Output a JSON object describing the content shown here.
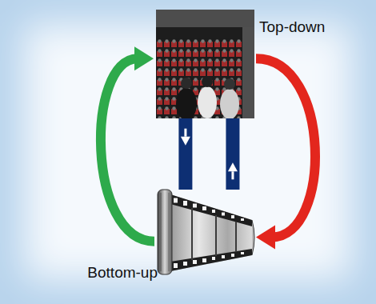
{
  "diagram": {
    "nodes": [
      {
        "text": [
          "Top-down"
        ]
      },
      {
        "text": [
          "Bottom-up"
        ]
      }
    ],
    "edges": [
      {
        "from": 0,
        "to": 1,
        "arrow": "to"
      },
      {
        "from": 1,
        "to": 0,
        "arrow": "to"
      },
      {
        "from": 0,
        "to": 1,
        "arrow": "to"
      },
      {
        "from": 1,
        "to": 0,
        "arrow": "to"
      }
    ]
  }
}
